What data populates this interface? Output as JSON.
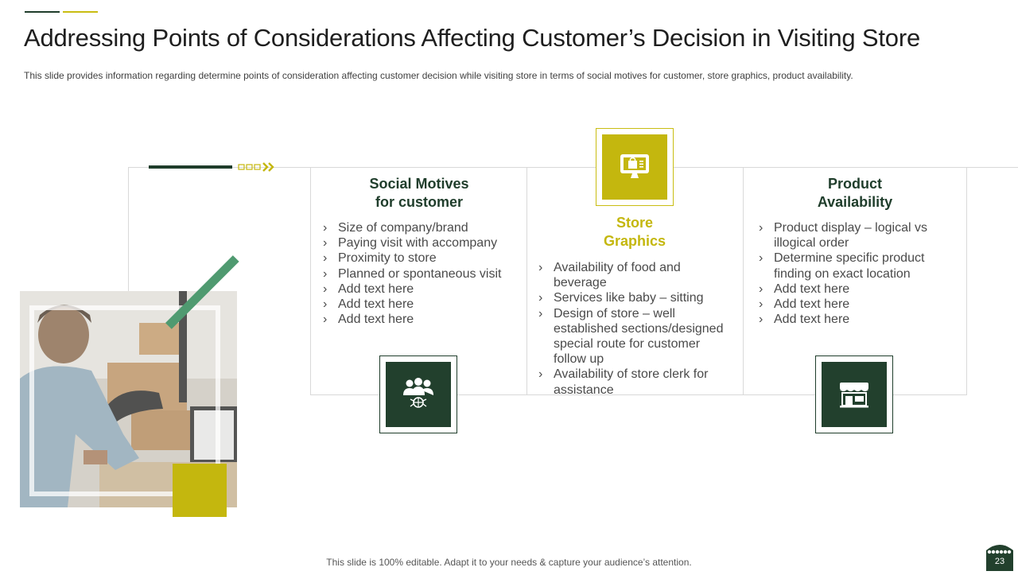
{
  "slide": {
    "title": "Addressing Points of Considerations Affecting Customer’s Decision in Visiting Store",
    "subtitle": "This slide provides  information  regarding  determine  points  of consideration  affecting  customer decision while visiting store in terms of social motives for customer, store graphics, product availability.",
    "footer": "This slide is 100% editable. Adapt it to your needs & capture your audience’s attention.",
    "page_number": "23"
  },
  "colors": {
    "dark_green": "#1f3d2b",
    "olive": "#c4b70e",
    "frame": "#d9d9d9"
  },
  "columns": [
    {
      "heading_line1": "Social Motives",
      "heading_line2": "for customer",
      "icon": "people-network-icon",
      "items": [
        "Size of company/brand",
        "Paying visit with accompany",
        "Proximity to store",
        "Planned or spontaneous visit",
        "Add text here",
        "Add text here",
        "Add text here"
      ]
    },
    {
      "heading_line1": "Store",
      "heading_line2": "Graphics",
      "icon": "computer-shopping-bag-icon",
      "items": [
        "Availability of food and beverage",
        "Services like baby – sitting",
        "Design of store – well established sections/designed special route for customer follow up",
        "Availability of store clerk for assistance"
      ]
    },
    {
      "heading_line1": "Product",
      "heading_line2": "Availability",
      "icon": "storefront-icon",
      "items": [
        "Product display – logical vs illogical order",
        "Determine specific product finding on exact location",
        "Add text here",
        "Add text here",
        "Add text here"
      ]
    }
  ]
}
